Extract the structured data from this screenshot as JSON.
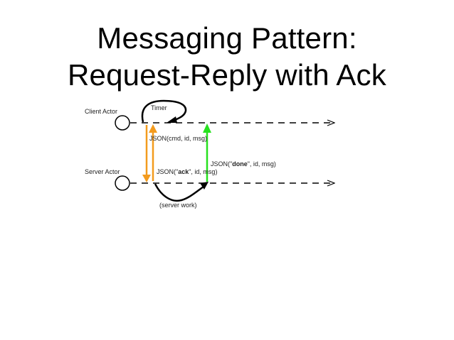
{
  "title": {
    "line1": "Messaging Pattern:",
    "line2": "Request-Reply with Ack"
  },
  "actors": {
    "client": "Client Actor",
    "server": "Server Actor"
  },
  "labels": {
    "timer": "Timer",
    "request": "JSON(cmd, id, msg)",
    "ack_prefix": "JSON(\"",
    "ack_bold": "ack",
    "ack_suffix": "\", id, msg)",
    "done_prefix": "JSON(\"",
    "done_bold": "done",
    "done_suffix": "\", id, msg)",
    "server_work": "(server work)"
  },
  "colors": {
    "orange": "#F39B1E",
    "green": "#27E11F",
    "line": "#000000"
  }
}
